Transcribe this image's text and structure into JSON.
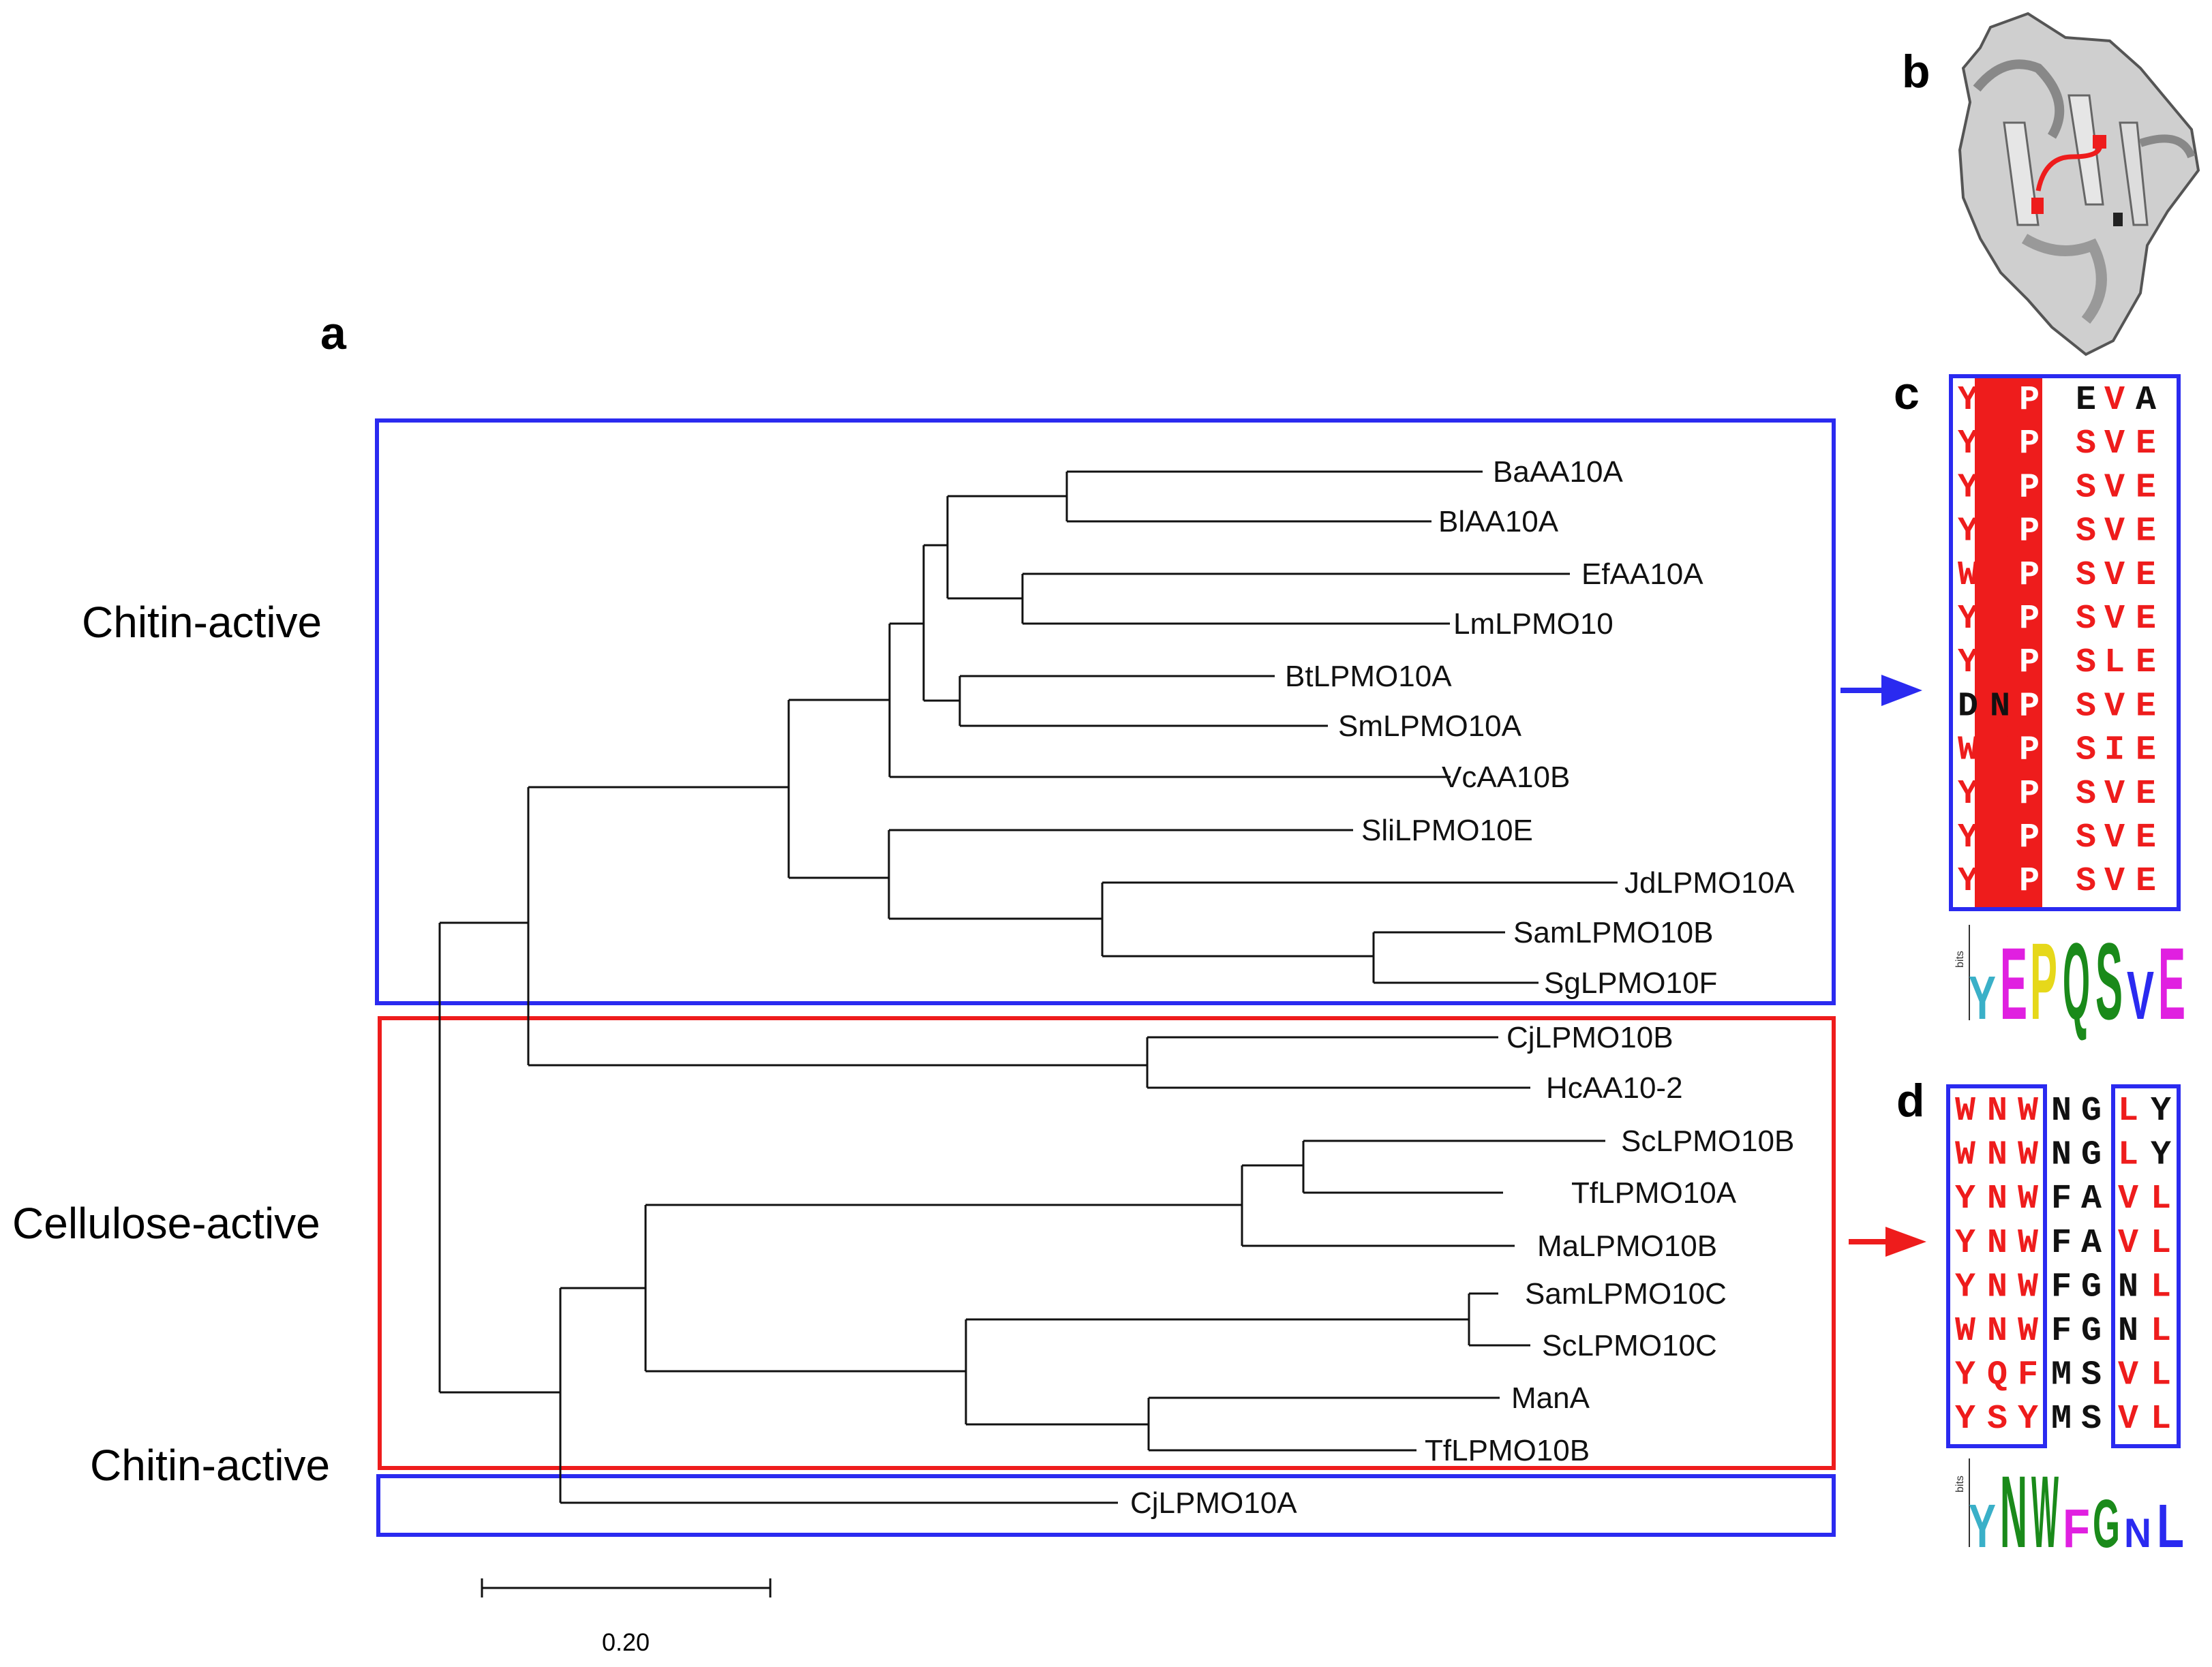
{
  "panel_labels": {
    "a": "a",
    "b": "b",
    "c": "c",
    "d": "d"
  },
  "groups": {
    "chitin_top": "Chitin-active",
    "cellulose": "Cellulose-active",
    "chitin_bottom": "Chitin-active"
  },
  "scale_label": "0.20",
  "colors": {
    "chitin_box": "#2a2af0",
    "cellulose_box": "#ee1c1c",
    "highlight": "#ee1c1c",
    "residue": "#ee1c1c"
  },
  "leaves": [
    "BaAA10A",
    "BlAA10A",
    "EfAA10A",
    "LmLPMO10",
    "BtLPMO10A",
    "SmLPMO10A",
    "VcAA10B",
    "SliLPMO10E",
    "JdLPMO10A",
    "SamLPMO10B",
    "SgLPMO10F",
    "CjLPMO10B",
    "HcAA10-2",
    "ScLPMO10B",
    "TfLPMO10A",
    "MaLPMO10B",
    "SamLPMO10C",
    "ScLPMO10C",
    "ManA",
    "TfLPMO10B",
    "CjLPMO10A"
  ],
  "alignment_c": [
    "YTPQEVA",
    "YEPQSVE",
    "YEPQSVE",
    "YEPQSVE",
    "WEPQSVE",
    "YEPQSVE",
    "YEPQSLE",
    "DNPQSVE",
    "WEPQSIE",
    "YEPQSVE",
    "YEPQSVE",
    "YEPQSVE"
  ],
  "alignment_d": [
    "WNWNGLY",
    "WNWNGLY",
    "YNWFAVL",
    "YNWFAVL",
    "YNWFGNL",
    "WNWFGNL",
    "YQFMSVL",
    "YSYMSVL"
  ],
  "logo_c": [
    "Y",
    "E",
    "P",
    "Q",
    "S",
    "V",
    "E"
  ],
  "logo_d": [
    "Y",
    "N",
    "W",
    "F",
    "G",
    "N",
    "L"
  ],
  "logo_axis": "bits"
}
